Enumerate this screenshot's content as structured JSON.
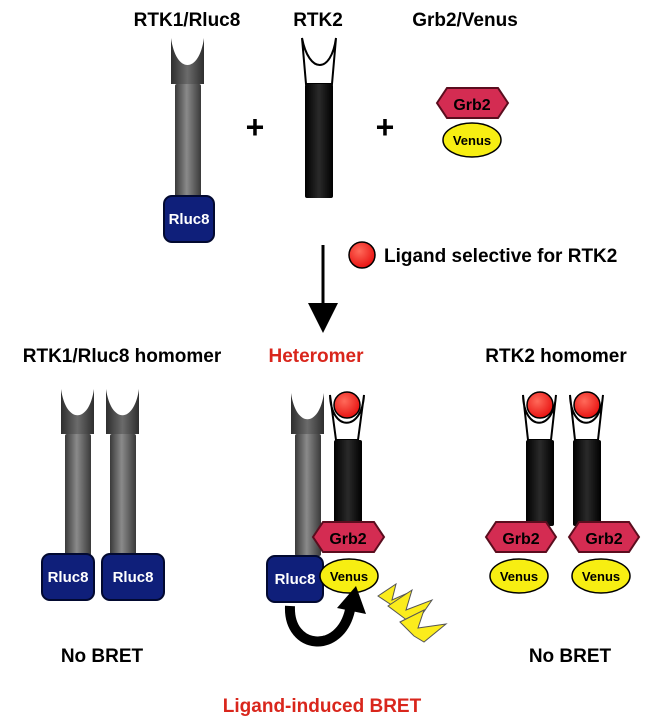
{
  "top": {
    "rtk1_title": "RTK1/Rluc8",
    "rtk2_title": "RTK2",
    "grb2venus_title": "Grb2/Venus",
    "plus": "+",
    "rluc8": "Rluc8",
    "grb2": "Grb2",
    "venus": "Venus"
  },
  "ligand_note": "Ligand selective for RTK2",
  "panels": {
    "left": {
      "title": "RTK1/Rluc8 homomer",
      "rluc8_a": "Rluc8",
      "rluc8_b": "Rluc8",
      "result": "No BRET"
    },
    "middle": {
      "title": "Heteromer",
      "rluc8": "Rluc8",
      "grb2": "Grb2",
      "venus": "Venus",
      "result": "Ligand-induced BRET"
    },
    "right": {
      "title": "RTK2 homomer",
      "grb2_a": "Grb2",
      "grb2_b": "Grb2",
      "venus_a": "Venus",
      "venus_b": "Venus",
      "result": "No BRET"
    }
  },
  "colors": {
    "rtk1_gray": "#555555",
    "rtk2_black": "#0d0d0d",
    "rluc8_navy": "#0f1f7a",
    "grb2_crimson": "#d42c52",
    "venus_yellow": "#f7ee12",
    "ligand_red": "#f21a1a",
    "highlight_red": "#d9261c",
    "bolt_yellow": "#fbec1c"
  },
  "icons": [
    "down-arrow-icon",
    "curved-arrow-icon",
    "lightning-bolt-icon",
    "ligand-dot-icon"
  ]
}
